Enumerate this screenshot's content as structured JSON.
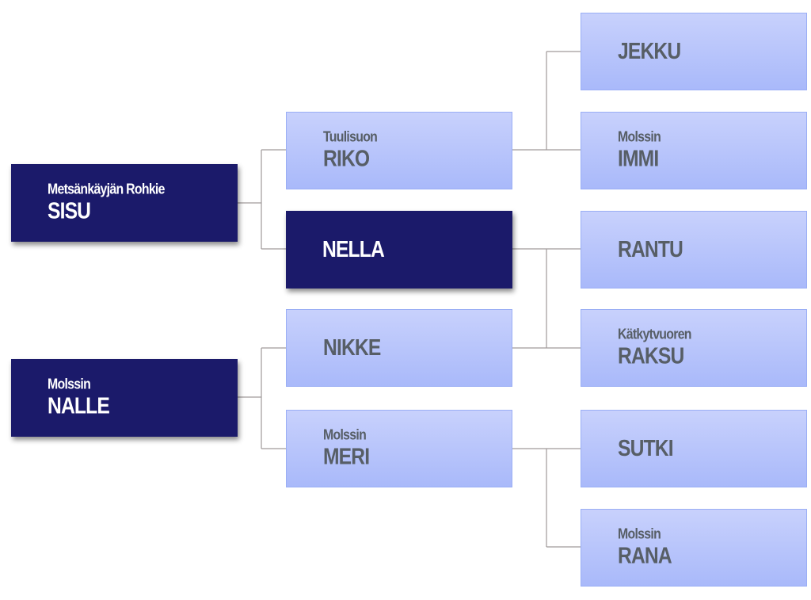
{
  "colors": {
    "dark": "#1b1a6a",
    "light_top": "#c8d1fc",
    "light_bottom": "#a9b9fa",
    "text_light": "#575e66",
    "line": "#a09a9a"
  },
  "pedigree": {
    "sire": {
      "prefix": "Metsänkäyjän Rohkie",
      "name": "SISU"
    },
    "dam": {
      "prefix": "Molssin",
      "name": "NALLE"
    },
    "sire_sire": {
      "prefix": "Tuulisuon",
      "name": "RIKO"
    },
    "sire_dam": {
      "prefix": "",
      "name": "NELLA"
    },
    "dam_sire": {
      "prefix": "",
      "name": "NIKKE"
    },
    "dam_dam": {
      "prefix": "Molssin",
      "name": "MERI"
    },
    "g3": [
      {
        "prefix": "",
        "name": "JEKKU"
      },
      {
        "prefix": "Molssin",
        "name": "IMMI"
      },
      {
        "prefix": "",
        "name": "RANTU"
      },
      {
        "prefix": "Kätkytvuoren",
        "name": "RAKSU"
      },
      {
        "prefix": "",
        "name": "SUTKI"
      },
      {
        "prefix": "Molssin",
        "name": "RANA"
      }
    ]
  }
}
